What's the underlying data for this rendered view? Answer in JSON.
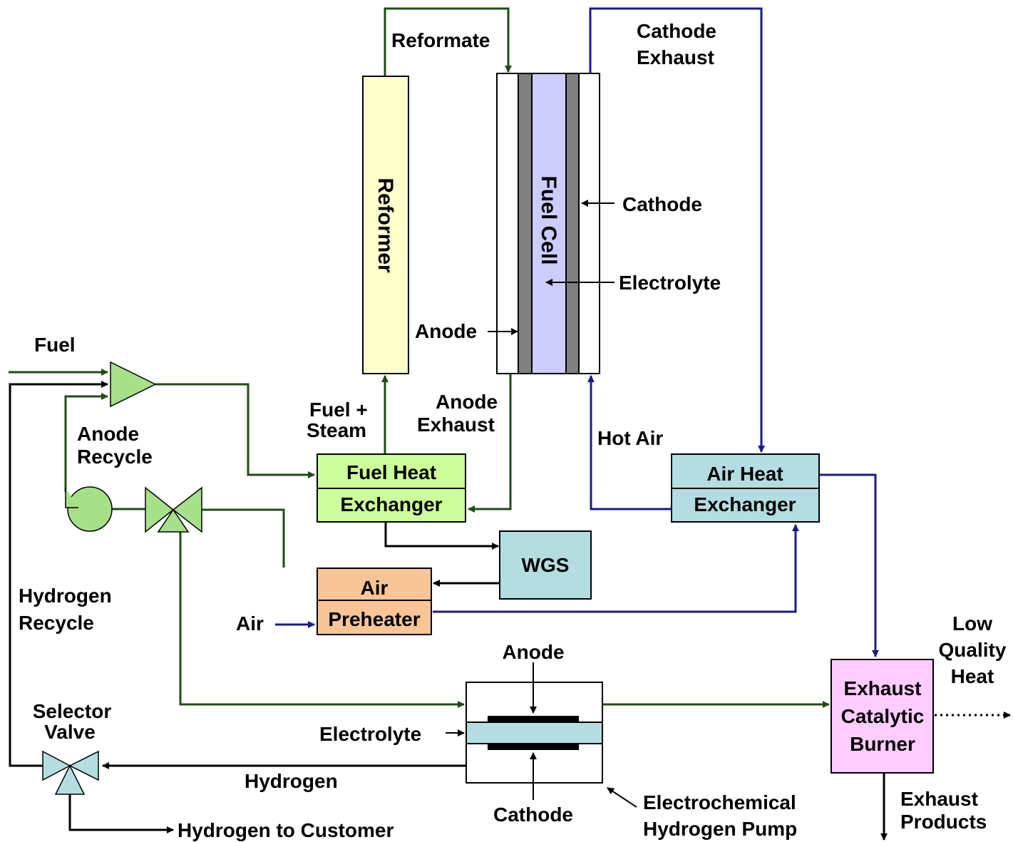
{
  "labels": {
    "reformate": "Reformate",
    "cathode_exhaust_1": "Cathode",
    "cathode_exhaust_2": "Exhaust",
    "reformer": "Reformer",
    "fuel_cell": "Fuel Cell",
    "cathode": "Cathode",
    "electrolyte": "Electrolyte",
    "anode": "Anode",
    "fuel": "Fuel",
    "fuel_steam_1": "Fuel +",
    "fuel_steam_2": "Steam",
    "anode_exhaust_1": "Anode",
    "anode_exhaust_2": "Exhaust",
    "hot_air": "Hot Air",
    "anode_recycle_1": "Anode",
    "anode_recycle_2": "Recycle",
    "fuel_hx_1": "Fuel Heat",
    "fuel_hx_2": "Exchanger",
    "air_hx_1": "Air Heat",
    "air_hx_2": "Exchanger",
    "wgs": "WGS",
    "hydrogen_recycle_1": "Hydrogen",
    "hydrogen_recycle_2": "Recycle",
    "air_preheater_1": "Air",
    "air_preheater_2": "Preheater",
    "air": "Air",
    "pump_anode": "Anode",
    "low_quality_heat_1": "Low",
    "low_quality_heat_2": "Quality",
    "low_quality_heat_3": "Heat",
    "burner_1": "Exhaust",
    "burner_2": "Catalytic",
    "burner_3": "Burner",
    "selector_valve_1": "Selector",
    "selector_valve_2": "Valve",
    "pump_electrolyte": "Electrolyte",
    "hydrogen": "Hydrogen",
    "pump_cathode": "Cathode",
    "ehp_1": "Electrochemical",
    "ehp_2": "Hydrogen Pump",
    "exhaust_products_1": "Exhaust",
    "exhaust_products_2": "Products",
    "hydrogen_to_customer": "Hydrogen to Customer"
  },
  "colors": {
    "reformer": "#ffffcc",
    "fuel_cell_electrolyte": "#ccccff",
    "fuel_cell_plate": "#808080",
    "fuel_hx": "#ccff99",
    "air_hx": "#b3dde0",
    "wgs": "#b3dde0",
    "air_preheater": "#f9c596",
    "burner": "#ffccff",
    "pump_electrolyte": "#b3dde0",
    "mixer": "#a6e08a",
    "selector_valve": "#b3dde0",
    "green_flow": "#1e4d14",
    "blue_flow": "#1a1a8c"
  },
  "icons": [
    "mixer-triangle-icon",
    "recycle-blower-icon",
    "three-way-valve-icon",
    "selector-valve-icon"
  ]
}
